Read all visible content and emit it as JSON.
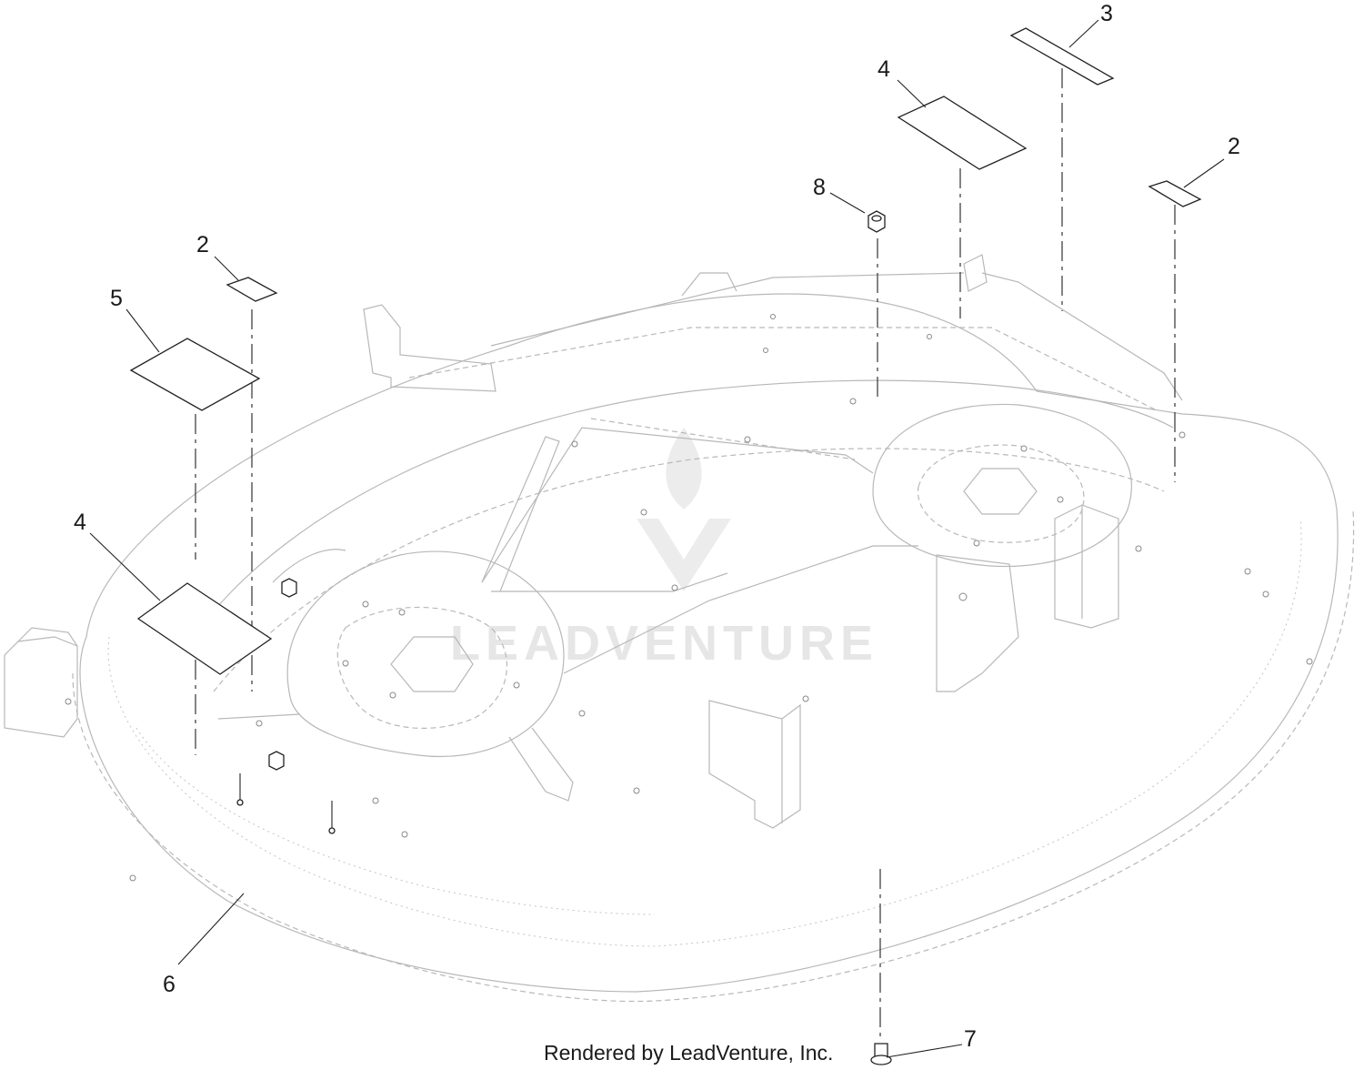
{
  "diagram": {
    "callouts": [
      {
        "id": "c1",
        "label": "2"
      },
      {
        "id": "c2",
        "label": "5"
      },
      {
        "id": "c3",
        "label": "4"
      },
      {
        "id": "c4",
        "label": "6"
      },
      {
        "id": "c5",
        "label": "8"
      },
      {
        "id": "c6",
        "label": "4"
      },
      {
        "id": "c7",
        "label": "3"
      },
      {
        "id": "c8",
        "label": "2"
      },
      {
        "id": "c9",
        "label": "7"
      }
    ],
    "watermark": "LEADVENTURE",
    "credit": "Rendered by LeadVenture, Inc."
  }
}
